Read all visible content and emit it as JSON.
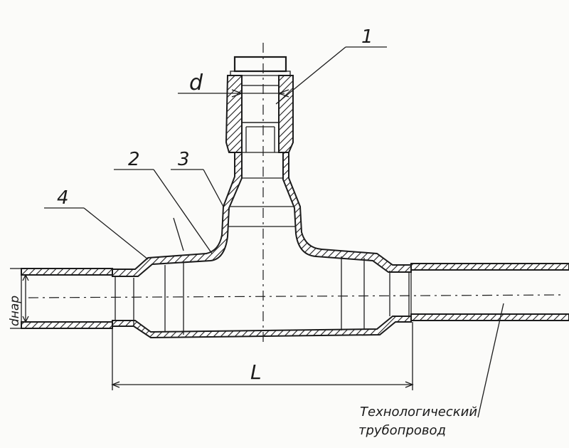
{
  "labels": {
    "part_1": "1",
    "part_2": "2",
    "part_3": "3",
    "part_4": "4",
    "dim_d": "d",
    "dim_dnar": "dнар",
    "dim_L": "L",
    "pipe_line1": "Технологический",
    "pipe_line2": "трубопровод"
  }
}
